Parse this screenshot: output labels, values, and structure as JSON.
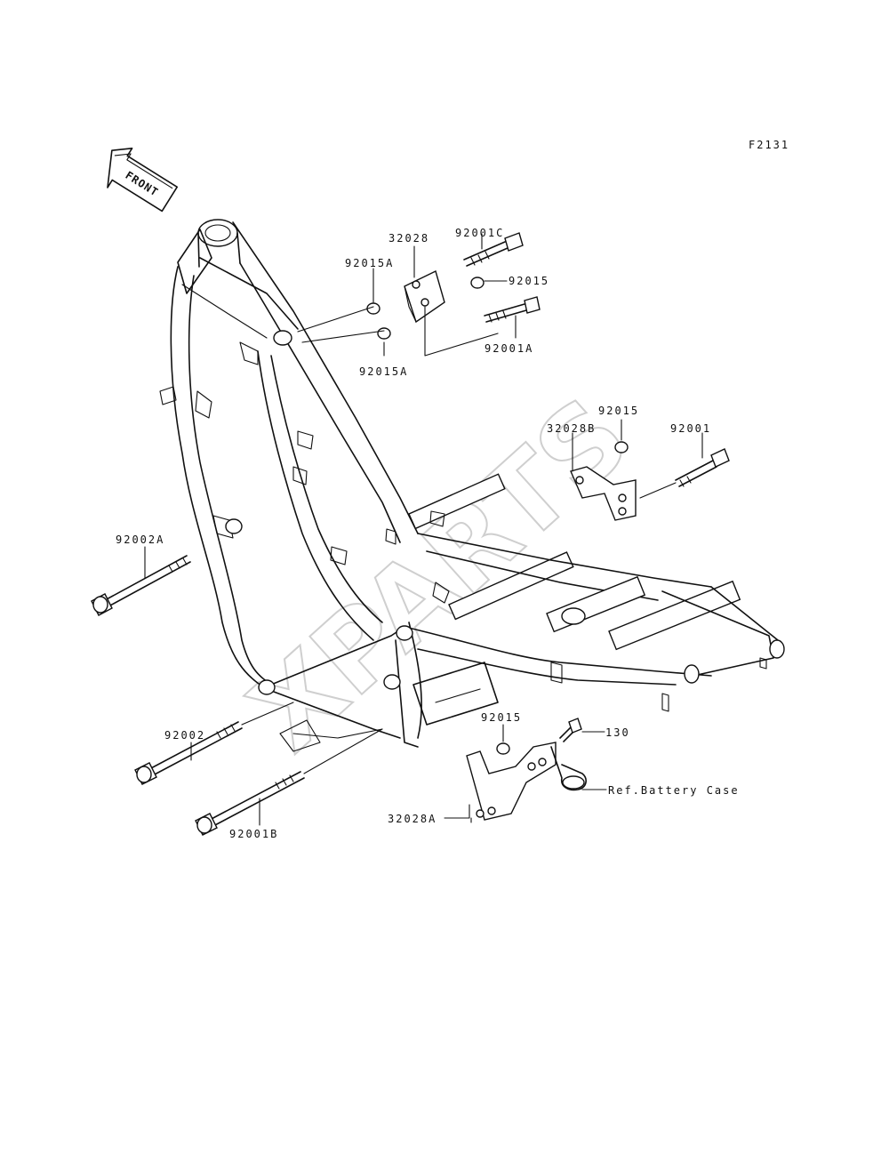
{
  "figure_code": "F2131",
  "front_arrow": {
    "label": "FRONT",
    "icon": "front-direction-arrow-icon"
  },
  "watermark": "XPARTS",
  "parts": {
    "p_92001C": "92001C",
    "p_32028": "32028",
    "p_92015A_top": "92015A",
    "p_92015_top": "92015",
    "p_92001A": "92001A",
    "p_92015A_bottom": "92015A",
    "p_92015_mid": "92015",
    "p_32028B": "32028B",
    "p_92001": "92001",
    "p_92002A": "92002A",
    "p_92002": "92002",
    "p_92001B": "92001B",
    "p_92015_low": "92015",
    "p_130": "130",
    "p_ref_battery": "Ref.Battery Case",
    "p_32028A": "32028A"
  },
  "colors": {
    "line": "#111111",
    "background": "#ffffff",
    "watermark": "#cfcfcf"
  }
}
